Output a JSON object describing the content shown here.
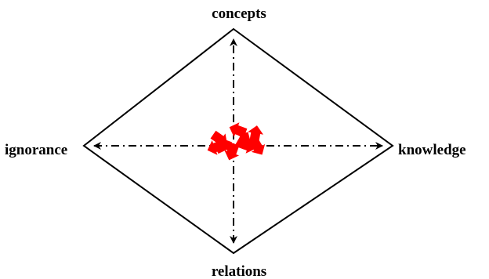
{
  "nodes": {
    "top": "concepts",
    "left": "ignorance",
    "right": "knowledge",
    "bottom": "relations"
  },
  "colors": {
    "outline": "#000000",
    "center_mark": "#ff0000"
  },
  "icons": {
    "center": "red-cluster-arrows-icon"
  }
}
